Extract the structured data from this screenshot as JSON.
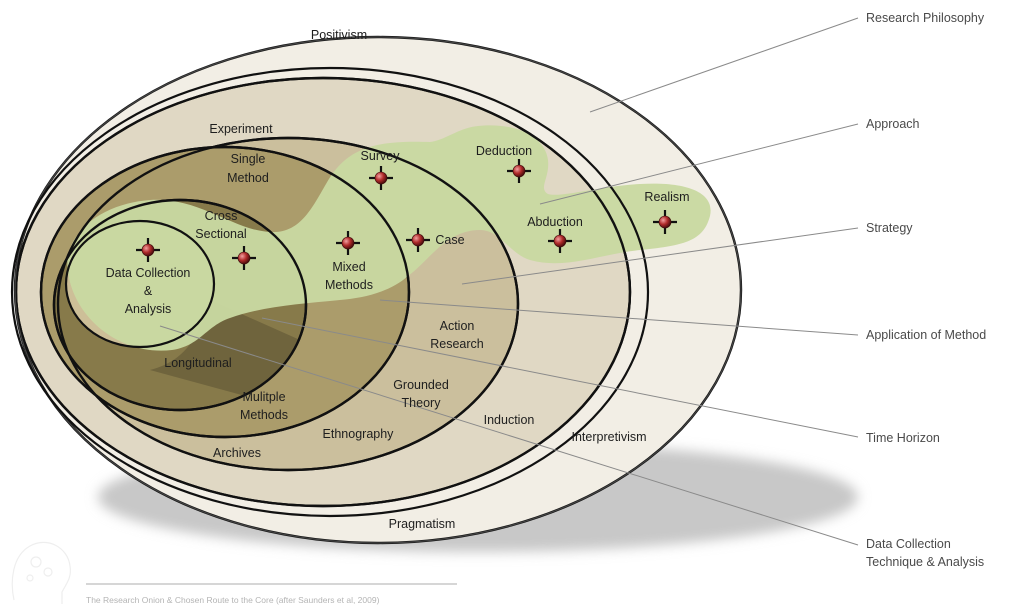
{
  "onion": {
    "outer": {
      "top": "Positivism",
      "bottom": "Pragmatism",
      "right": "Interpretivism"
    },
    "approach": {
      "induction": "Induction",
      "deduction": "Deduction",
      "abduction": "Abduction",
      "realism": "Realism"
    },
    "strategy": {
      "experiment": "Experiment",
      "survey": "Survey",
      "case": "Case",
      "action_research": [
        "Action",
        "Research"
      ],
      "grounded_theory": [
        "Grounded",
        "Theory"
      ],
      "ethnography": "Ethnography",
      "archives": "Archives"
    },
    "method": {
      "single": [
        "Single",
        "Method"
      ],
      "mixed": [
        "Mixed",
        "Methods"
      ],
      "multiple": [
        "Mulitple",
        "Methods"
      ]
    },
    "time": {
      "cross_sectional": [
        "Cross",
        "Sectional"
      ],
      "longitudinal": "Longitudinal"
    },
    "core": [
      "Data Collection",
      "&",
      "Analysis"
    ]
  },
  "legend": [
    "Research Philosophy",
    "Approach",
    "Strategy",
    "Application of Method",
    "Time Horizon",
    [
      "Data Collection",
      "Technique & Analysis"
    ]
  ],
  "caption": "The Research Onion & Chosen Route to the Core (after Saunders et al, 2009)",
  "colors": {
    "route": "#c9d8a1",
    "ring1": "#f2eee5",
    "ring2": "#e0d8c4",
    "ring3": "#cbbf9d",
    "ring4": "#ab9c6b",
    "ring5": "#877a4a",
    "ring6": "#5f5535",
    "shadow": "#cfcfcf"
  },
  "icons": [
    "target-marker-icon",
    "head-logo-icon"
  ]
}
